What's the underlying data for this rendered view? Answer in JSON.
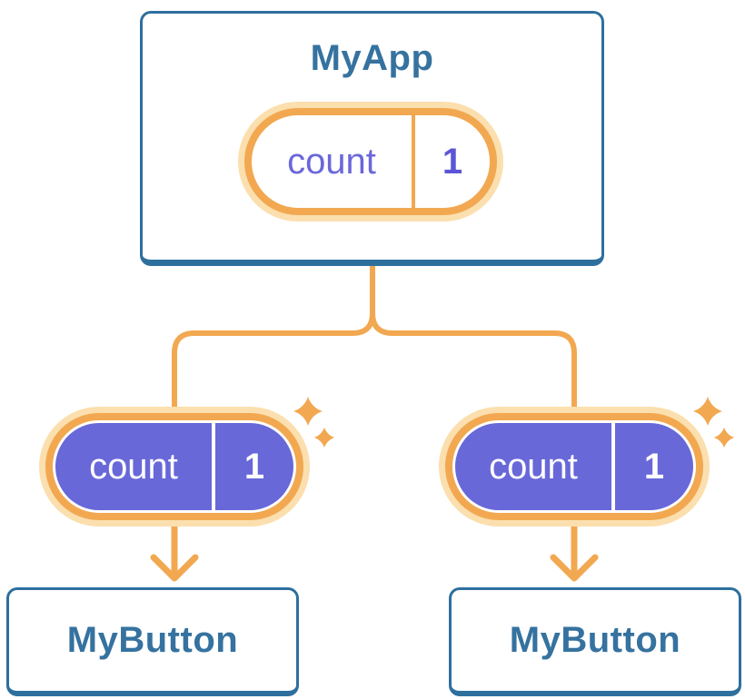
{
  "tree": {
    "root": {
      "name": "MyApp",
      "state": {
        "key": "count",
        "value": "1"
      }
    },
    "children": [
      {
        "name": "MyButton",
        "state": {
          "key": "count",
          "value": "1"
        }
      },
      {
        "name": "MyButton",
        "state": {
          "key": "count",
          "value": "1"
        }
      }
    ]
  },
  "icons": {
    "sparkle": "four-point-star",
    "arrow": "down-arrow"
  },
  "colors": {
    "bg": "#ffffff",
    "white": "#ffffff",
    "card_border": "#2d6f9d",
    "heading_text": "#35729f",
    "orange": "#f2a850",
    "orange_halo": "#fbdfae",
    "purple": "#6868d9",
    "purple_label": "#6b67da",
    "purple_value": "#5b55d6"
  }
}
